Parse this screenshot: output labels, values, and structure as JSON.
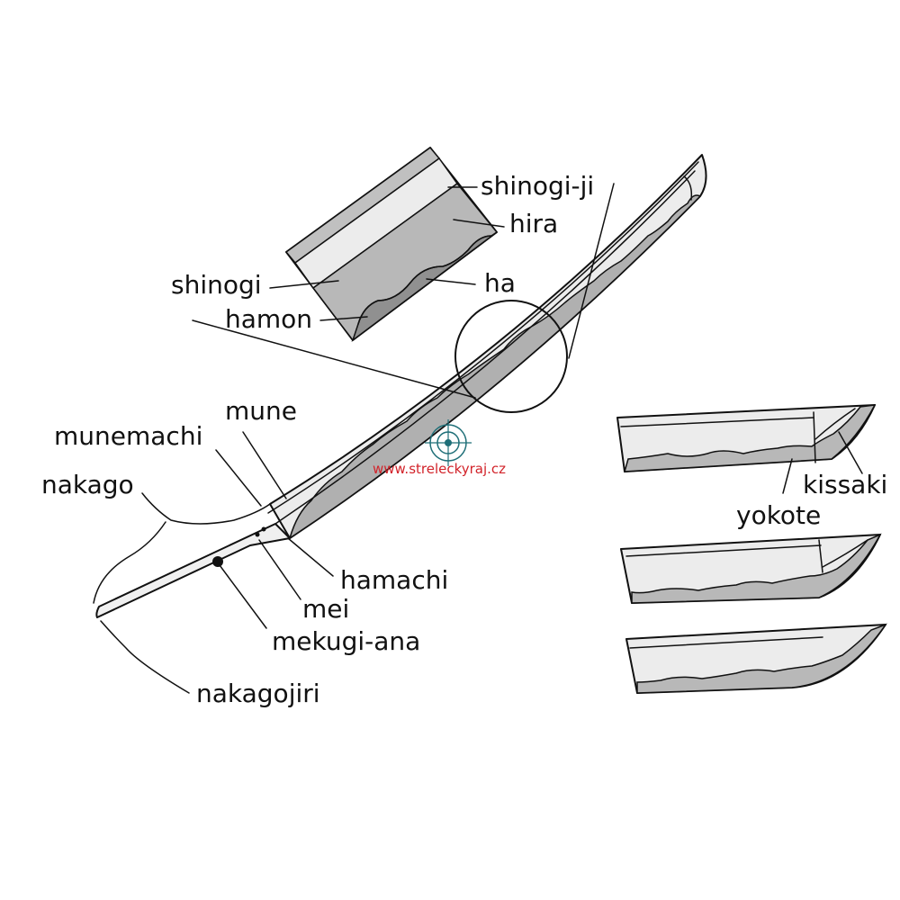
{
  "labels": {
    "shinogi_ji": "shinogi-ji",
    "hira": "hira",
    "shinogi": "shinogi",
    "ha": "ha",
    "hamon": "hamon",
    "mune": "mune",
    "munemachi": "munemachi",
    "nakago": "nakago",
    "hamachi": "hamachi",
    "mei": "mei",
    "mekugi_ana": "mekugi-ana",
    "nakagojiri": "nakagojiri",
    "kissaki": "kissaki",
    "yokote": "yokote"
  },
  "watermark": {
    "text": "www.streleckyraj.cz"
  },
  "colors": {
    "line": "#111111",
    "blade_light": "#ececec",
    "hira_gray": "#b8b8b8",
    "ha_gray": "#9a9a9a",
    "watermark_red": "#d2232a",
    "watermark_teal": "#1f6f78"
  }
}
